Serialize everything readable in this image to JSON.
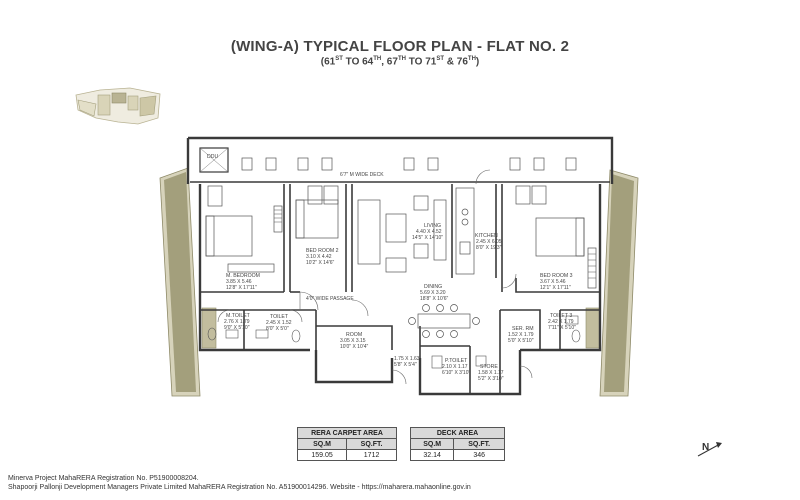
{
  "header": {
    "title": "(WING-A) TYPICAL FLOOR PLAN - FLAT NO. 2",
    "sub_p1": "(61",
    "sub_s1": "ST",
    "sub_p2": " TO 64",
    "sub_s2": "TH",
    "sub_p3": ", 67",
    "sub_s3": "TH",
    "sub_p4": " TO 71",
    "sub_s4": "ST",
    "sub_p5": " & 76",
    "sub_s5": "TH",
    "sub_p6": ")"
  },
  "rooms": {
    "duct": "DDU",
    "deck": "6'7\" M WIDE DECK",
    "living": {
      "name": "LIVING",
      "metric": "4.40 X 4.52",
      "imperial": "14'5\" X 14'10\""
    },
    "kitchen": {
      "name": "KITCHEN",
      "metric": "2.45 X 6.05",
      "imperial": "8'0\" X 19'3\""
    },
    "bed2": {
      "name": "BED ROOM 2",
      "metric": "3.10 X 4.42",
      "imperial": "10'2\" X 14'6\""
    },
    "mbed": {
      "name": "M. BEDROOM",
      "metric": "3.85 X 5.46",
      "imperial": "12'8\" X 17'11\""
    },
    "bed3": {
      "name": "BED ROOM 3",
      "metric": "3.67 X 5.46",
      "imperial": "12'1\" X 17'11\""
    },
    "passage": "4'0\" WIDE PASSAGE",
    "dining": {
      "name": "DINING",
      "metric": "5.69 X 3.20",
      "imperial": "18'8\" X 10'6\""
    },
    "mtoilet": {
      "name": "M.TOILET",
      "metric": "2.76 X 1.79",
      "imperial": "9'0\" X 5'10\""
    },
    "toilet": {
      "name": "TOILET",
      "metric": "2.45 X 1.52",
      "imperial": "8'0\" X 5'0\""
    },
    "room": {
      "name": "ROOM",
      "metric": "3.05 X 3.15",
      "imperial": "10'0\" X 10'4\""
    },
    "foyer": {
      "metric": "1.75 X 1.63",
      "imperial": "5'8\" X 5'4\""
    },
    "sertoilet": {
      "name": "P.TOILET",
      "metric": "2.10 X 1.17",
      "imperial": "6'10\" X 3'10\""
    },
    "serroom": {
      "name": "SER. RM",
      "metric": "1.52 X 1.79",
      "imperial": "5'0\" X 5'10\""
    },
    "toilet3": {
      "name": "TOILET 3",
      "metric": "2.42 X 1.79",
      "imperial": "7'11\" X 5'10\""
    },
    "store": {
      "name": "STORE",
      "metric": "1.58 X 1.17",
      "imperial": "5'2\" X 3'10\""
    }
  },
  "areas": {
    "rera": {
      "title": "RERA CARPET AREA",
      "col1": "SQ.M",
      "col2": "SQ.FT.",
      "val1": "159.05",
      "val2": "1712"
    },
    "deck": {
      "title": "DECK AREA",
      "col1": "SQ.M",
      "col2": "SQ.FT.",
      "val1": "32.14",
      "val2": "346"
    }
  },
  "footer": {
    "line1": "Minerva Project MahaRERA Registration No. P51900008204.",
    "line2": "Shapoorji Pallonji Development Managers Private Limited MahaRERA Registration No. A51900014296. Website - https://maharera.mahaonline.gov.in"
  },
  "north": {
    "label": "N"
  },
  "colors": {
    "wall": "#3a3a3a",
    "facade": "#a39f7c",
    "facade_light": "#d7d3bb",
    "table_header": "#d9d9d9"
  }
}
